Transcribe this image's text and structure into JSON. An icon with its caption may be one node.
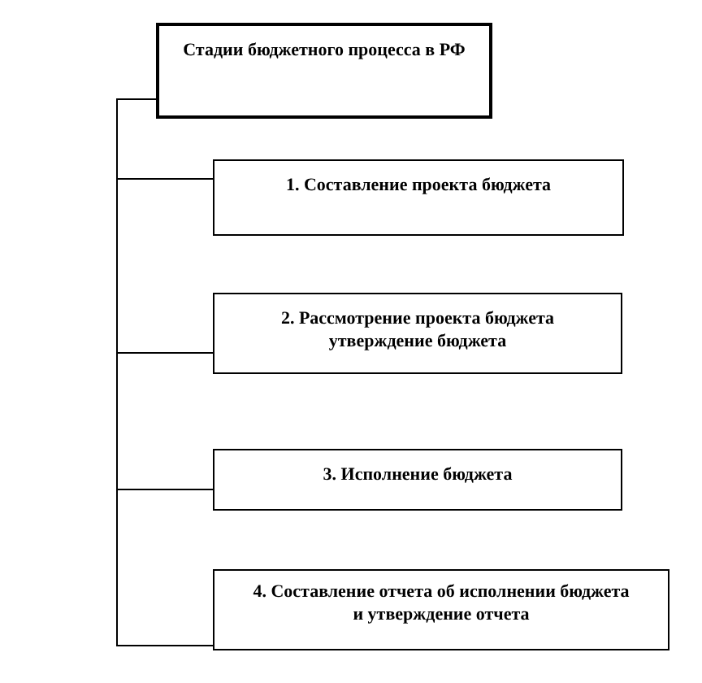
{
  "diagram": {
    "nodes": [
      {
        "text": [
          "Стадии бюджетного процесса в РФ"
        ]
      },
      {
        "text": [
          "1. Составление проекта бюджета"
        ]
      },
      {
        "text": [
          "2. Рассмотрение проекта бюджета утверждение бюджета"
        ]
      },
      {
        "text": [
          "3. Исполнение бюджета"
        ]
      },
      {
        "text": [
          "4. Составление отчета об исполнении бюджета и утверждение отчета"
        ]
      }
    ],
    "edges": [
      {
        "from": 0,
        "to": 1,
        "arrow": "none"
      },
      {
        "from": 0,
        "to": 2,
        "arrow": "none"
      },
      {
        "from": 0,
        "to": 3,
        "arrow": "none"
      },
      {
        "from": 0,
        "to": 4,
        "arrow": "none"
      }
    ]
  }
}
